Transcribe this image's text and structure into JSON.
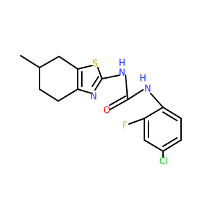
{
  "molecule": {
    "atoms": {
      "S": {
        "symbol": "S",
        "color": "#c8a800"
      },
      "N_ring": {
        "symbol": "N",
        "color": "#2233ff"
      },
      "N_1": {
        "symbol": "H",
        "color": "#2233ff"
      },
      "N_1_sub": {
        "symbol": "N",
        "color": "#2233ff"
      },
      "N_2": {
        "symbol": "H",
        "color": "#2233ff"
      },
      "N_2_sub": {
        "symbol": "N",
        "color": "#2233ff"
      },
      "O": {
        "symbol": "O",
        "color": "#ff0d0d"
      },
      "F": {
        "symbol": "F",
        "color": "#8fcf3f"
      },
      "Cl": {
        "symbol": "Cl",
        "color": "#1fd01f"
      }
    }
  }
}
